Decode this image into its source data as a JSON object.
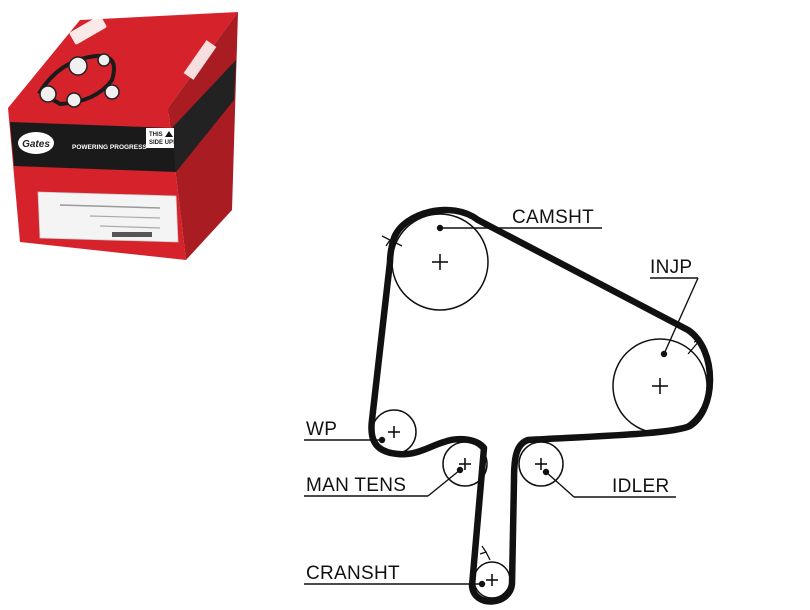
{
  "product_box": {
    "brand": "Gates",
    "slogan": "POWERING PROGRESS™",
    "orientation_label": [
      "THIS",
      "SIDE UP!"
    ],
    "colors": {
      "red": "#d5222b",
      "dark_red": "#9e1a20",
      "black": "#1a1a1a",
      "white": "#ffffff"
    }
  },
  "diagram": {
    "labels": {
      "camshaft": "CAMSHT",
      "injection_pump": "INJP",
      "water_pump": "WP",
      "manual_tensioner": "MAN TENS",
      "idler": "IDLER",
      "crankshaft": "CRANSHT"
    },
    "belt_color": "#111111"
  }
}
